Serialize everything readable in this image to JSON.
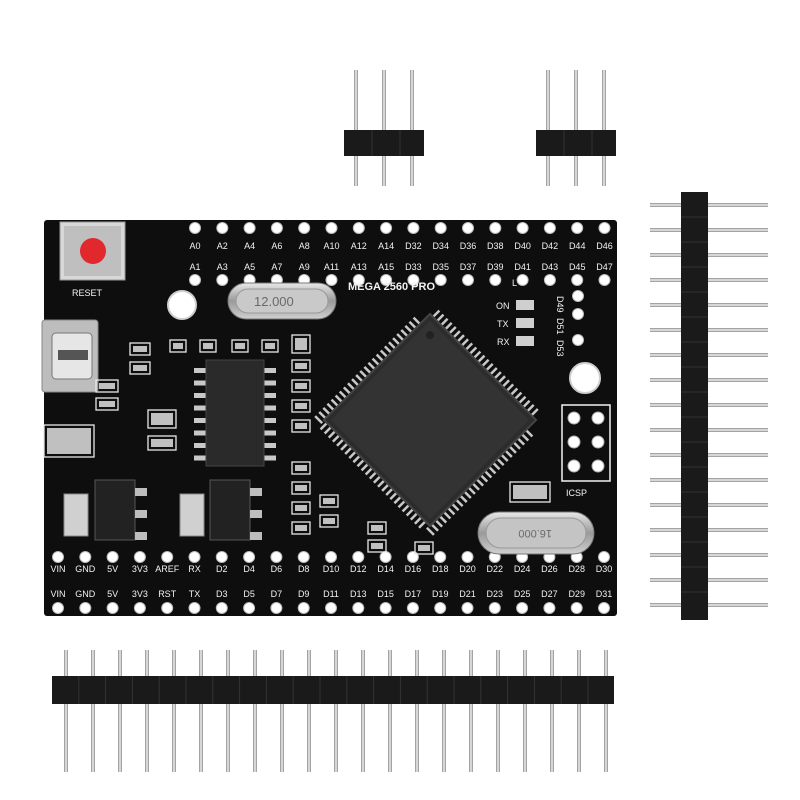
{
  "board": {
    "model_label": "MEGA 2560 PRO",
    "reset_label": "RESET",
    "icsp_label": "ICSP",
    "crystal_top": "12.000",
    "crystal_bottom": "16.000",
    "led_labels": [
      "L",
      "ON",
      "TX",
      "RX"
    ],
    "top_row_1": [
      "A0",
      "A2",
      "A4",
      "A6",
      "A8",
      "A10",
      "A12",
      "A14",
      "D32",
      "D34",
      "D36",
      "D38",
      "D40",
      "D42",
      "D44",
      "D46"
    ],
    "top_row_2": [
      "A1",
      "A3",
      "A5",
      "A7",
      "A9",
      "A11",
      "A13",
      "A15",
      "D33",
      "D35",
      "D37",
      "D39",
      "D41",
      "D43",
      "D45",
      "D47"
    ],
    "right_col": [
      "D49",
      "D51",
      "D53"
    ],
    "bottom_row_1": [
      "VIN",
      "GND",
      "5V",
      "3V3",
      "AREF",
      "RX",
      "D2",
      "D4",
      "D6",
      "D8",
      "D10",
      "D12",
      "D14",
      "D16",
      "D18",
      "D20",
      "D22",
      "D24",
      "D26",
      "D28",
      "D30"
    ],
    "bottom_row_2": [
      "VIN",
      "GND",
      "5V",
      "3V3",
      "RST",
      "TX",
      "D3",
      "D5",
      "D7",
      "D9",
      "D11",
      "D13",
      "D15",
      "D17",
      "D19",
      "D21",
      "D23",
      "D25",
      "D27",
      "D29",
      "D31"
    ]
  },
  "headers": {
    "small_header_pins": 3,
    "long_vertical_pins": 17,
    "long_horizontal_pins": 21
  },
  "colors": {
    "pcb": "#0e0e0e",
    "silkscreen": "#f2f2f2",
    "reset_button": "#e0282d",
    "pin_metal": "#c8c8c8",
    "header_plastic": "#1a1a1a"
  }
}
